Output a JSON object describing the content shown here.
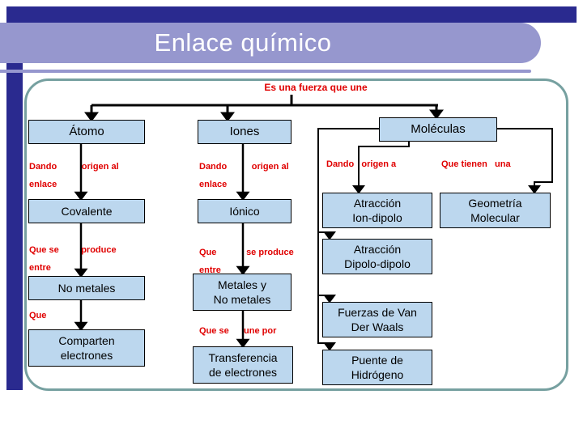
{
  "header": {
    "title": "Enlace químico"
  },
  "root": {
    "label": "Es una fuerza que une"
  },
  "boxes": {
    "atomo": "Átomo",
    "iones": "Iones",
    "moleculas": "Moléculas",
    "covalente": "Covalente",
    "ionico": "Iónico",
    "no_metales": "No metales",
    "metales_y_no_metales": "Metales y\nNo metales",
    "comparten": "Comparten\nelectrones",
    "transferencia": "Transferencia\nde electrones",
    "atraccion_ion": "Atracción\nIon-dipolo",
    "atraccion_dipolo": "Atracción\nDipolo-dipolo",
    "van_der_waals": "Fuerzas de Van\nDer Waals",
    "puente_hidrogeno": "Puente de\nHidrógeno",
    "geometria": "Geometría\nMolecular"
  },
  "edge_labels": {
    "atomo_origen": "Dando          origen al\nenlace",
    "iones_origen": "Dando          origen al\nenlace",
    "moleculas_origen": "Dando   origen a",
    "moleculas_tienen": "Que tienen   una",
    "atomo_produce": "Que se         produce\nentre",
    "iones_produce": "Que            se produce\nentre",
    "atomo_que": "Que",
    "iones_une": "Que se      une por"
  },
  "colors": {
    "navy": "#2a2a8f",
    "lavender": "#9697ce",
    "frame_teal": "#76a0a0",
    "box_fill": "#bcd7ee",
    "red_text": "#e00000"
  }
}
